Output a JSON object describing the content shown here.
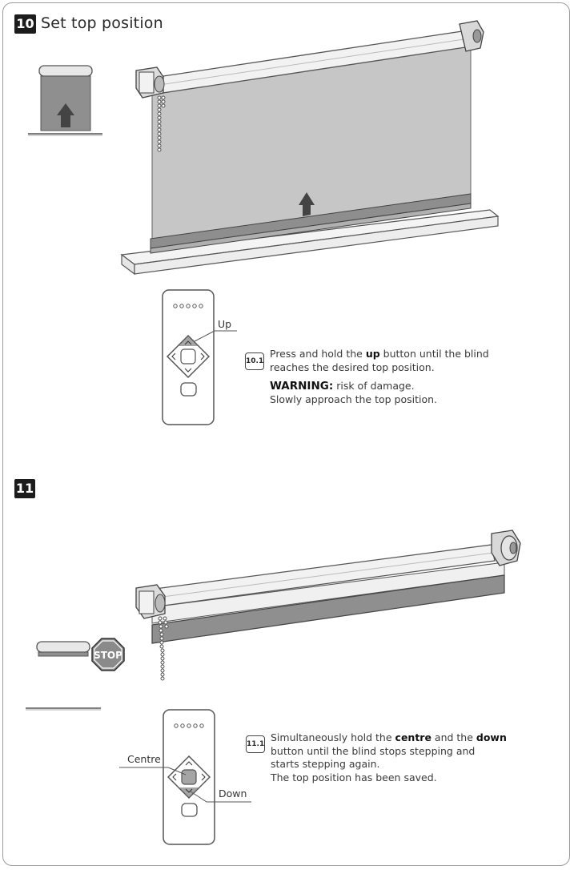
{
  "step10": {
    "number": "10",
    "title": "Set top position",
    "remote_label_up": "Up",
    "instruction": {
      "number": "10.1",
      "text_before": "Press and hold the ",
      "bold": "up",
      "text_after_line1": " button until the blind",
      "line2": "reaches the desired top position.",
      "warning_label": "WARNING:",
      "warning_text": " risk of damage.",
      "warning_line2": "Slowly approach the top position."
    }
  },
  "step11": {
    "number": "11",
    "stop_sign": "STOP",
    "remote_label_centre": "Centre",
    "remote_label_down": "Down",
    "instruction": {
      "number": "11.1",
      "p1": "Simultaneously hold the ",
      "b1": "centre",
      "p2": " and the ",
      "b2": "down",
      "line2": "button until the blind stops stepping and",
      "line3": "starts stepping again.",
      "line4": "The top position has been saved."
    }
  }
}
